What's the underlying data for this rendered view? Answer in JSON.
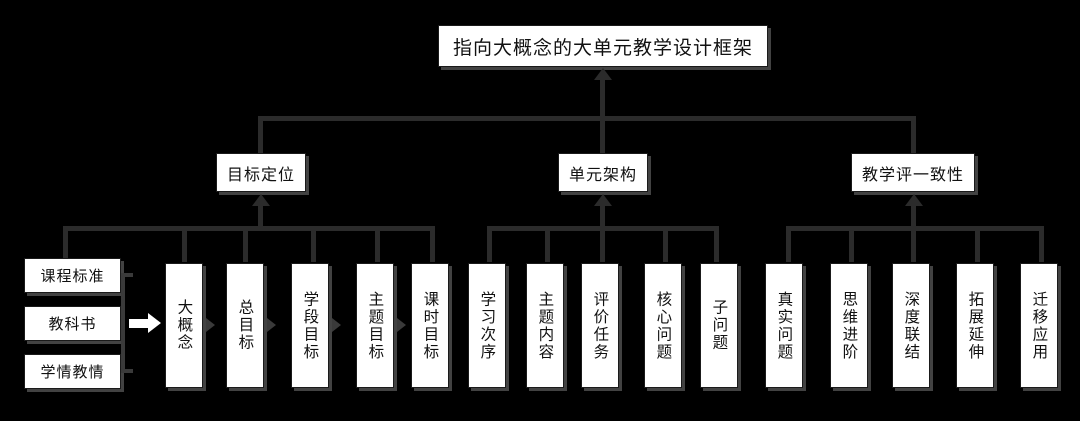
{
  "diagram": {
    "title": "指向大概念的大单元教学设计框架",
    "level2": [
      {
        "label": "目标定位"
      },
      {
        "label": "单元架构"
      },
      {
        "label": "教学评一致性"
      }
    ],
    "sources": [
      {
        "label": "课程标准"
      },
      {
        "label": "教科书"
      },
      {
        "label": "学情教情"
      }
    ],
    "groups": [
      {
        "parent": "目标定位",
        "items": [
          {
            "label": "大概念"
          },
          {
            "label": "总目标"
          },
          {
            "label": "学段目标"
          },
          {
            "label": "主题目标"
          },
          {
            "label": "课时目标"
          }
        ]
      },
      {
        "parent": "单元架构",
        "items": [
          {
            "label": "学习次序"
          },
          {
            "label": "主题内容"
          },
          {
            "label": "评价任务"
          },
          {
            "label": "核心问题"
          },
          {
            "label": "子问题"
          }
        ]
      },
      {
        "parent": "教学评一致性",
        "items": [
          {
            "label": "真实问题"
          },
          {
            "label": "思维进阶"
          },
          {
            "label": "深度联结"
          },
          {
            "label": "拓展延伸"
          },
          {
            "label": "迁移应用"
          }
        ]
      }
    ],
    "colors": {
      "background": "#000000",
      "box_fill": "#ffffff",
      "box_border": "#1a1a1a",
      "text": "#111111",
      "connector": "#2b2b2b",
      "flow_arrow": "#ffffff"
    }
  }
}
